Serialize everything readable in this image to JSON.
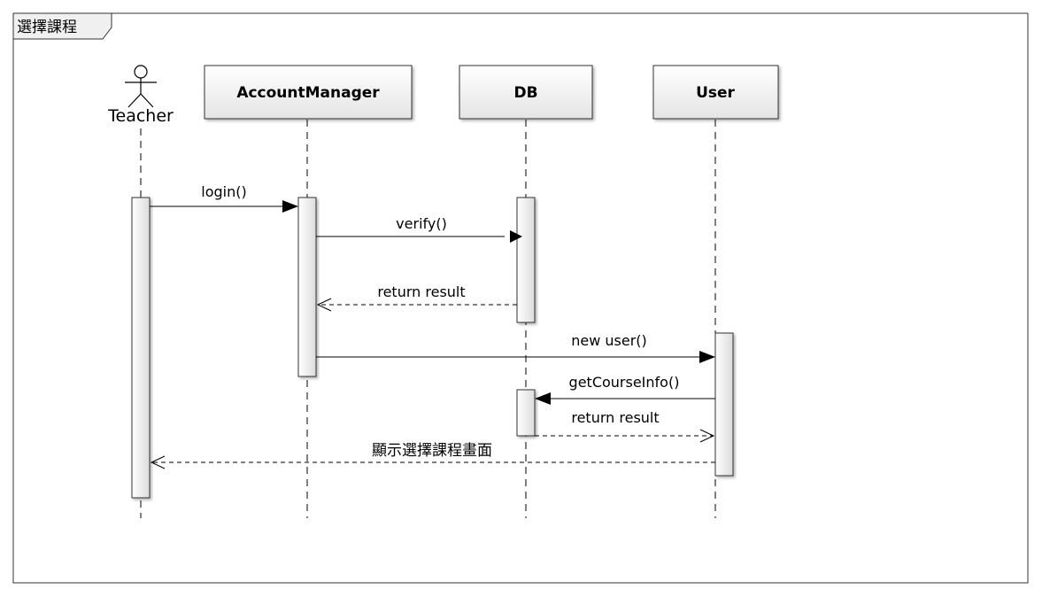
{
  "frame": {
    "title": "選擇課程"
  },
  "actor": {
    "name": "Teacher"
  },
  "participants": [
    {
      "id": "account-manager",
      "label": "AccountManager"
    },
    {
      "id": "db",
      "label": "DB"
    },
    {
      "id": "user",
      "label": "User"
    }
  ],
  "messages": [
    {
      "id": "login",
      "label": "login()",
      "kind": "sync"
    },
    {
      "id": "verify",
      "label": "verify()",
      "kind": "sync"
    },
    {
      "id": "return-result-1",
      "label": "return result",
      "kind": "reply"
    },
    {
      "id": "new-user",
      "label": "new user()",
      "kind": "sync"
    },
    {
      "id": "get-course-info",
      "label": "getCourseInfo()",
      "kind": "sync"
    },
    {
      "id": "return-result-2",
      "label": "return result",
      "kind": "reply"
    },
    {
      "id": "show-screen",
      "label": "顯示選擇課程畫面",
      "kind": "reply"
    }
  ]
}
